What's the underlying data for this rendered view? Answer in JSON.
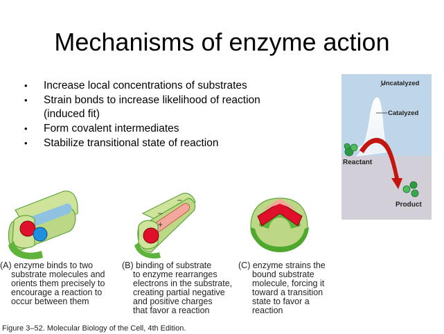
{
  "title": "Mechanisms of enzyme action",
  "bullets": [
    "Increase local concentrations of substrates",
    "Strain bonds to increase likelihood of reaction (induced fit)",
    "Form covalent intermediates",
    "Stabilize transitional state of reaction"
  ],
  "bullet_symbol": "•",
  "energy_graph": {
    "uncatalyzed_label": "Uncatalyzed",
    "catalyzed_label": "Catalyzed",
    "reactant_label": "Reactant",
    "product_label": "Product",
    "colors": {
      "upper_bg": "#bfd6ea",
      "lower_bg": "#d2cfd9",
      "arrow": "#c2160e",
      "molecule": "#2f9a44"
    }
  },
  "panels": [
    {
      "caption_lines": [
        "(A) enzyme binds to two",
        "substrate molecules and",
        "orients them precisely to",
        "encourage a reaction to",
        "occur between them"
      ]
    },
    {
      "caption_lines": [
        "(B) binding of substrate",
        "to enzyme rearranges",
        "electrons in the substrate,",
        "creating partial negative",
        "and positive charges",
        "that favor a reaction"
      ],
      "charge_minus": "–",
      "charge_plus": "+"
    },
    {
      "caption_lines": [
        "(C) enzyme strains the",
        "bound substrate",
        "molecule, forcing it",
        "toward a transition",
        "state to favor a",
        "reaction"
      ]
    }
  ],
  "figure_caption": "Figure 3–52. Molecular Biology of the Cell, 4th Edition.",
  "colors": {
    "enzyme": "#cfe39a",
    "enzyme_dark": "#4fa82e",
    "substrate_red": "#e0102a",
    "substrate_blue": "#1f8fe0",
    "substrate_pink": "#f2a89a"
  }
}
